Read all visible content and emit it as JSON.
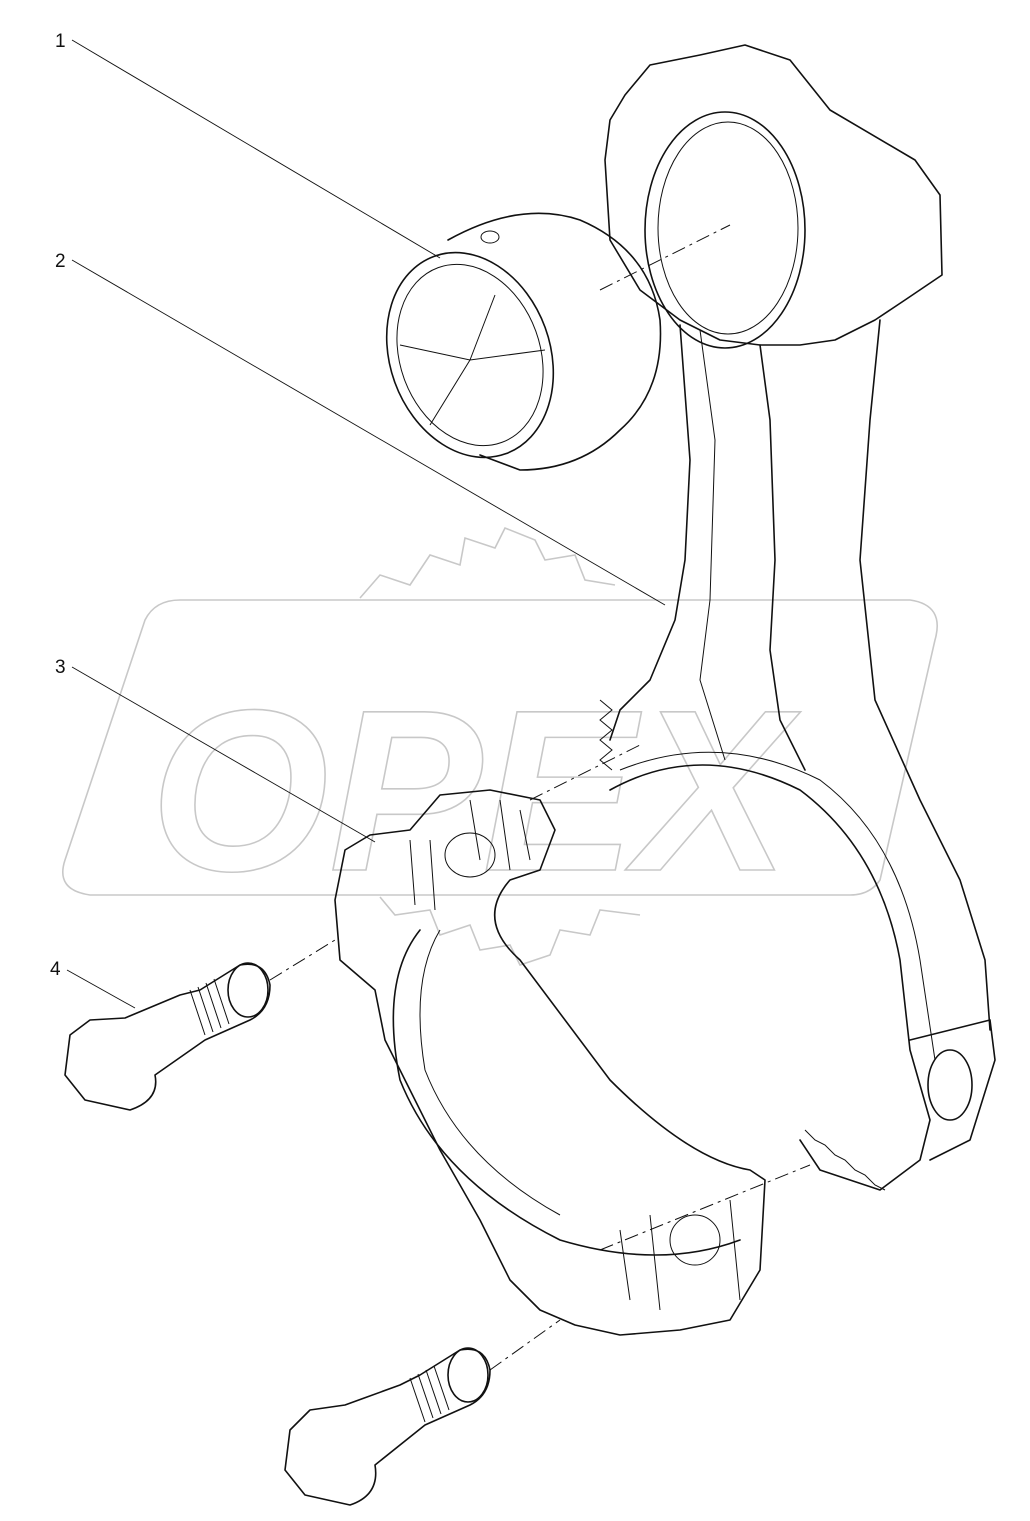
{
  "diagram": {
    "callouts": [
      {
        "label": "1"
      },
      {
        "label": "2"
      },
      {
        "label": "3"
      },
      {
        "label": "4"
      }
    ],
    "watermark": {
      "logo_text": "OPEX",
      "color": "#c8c8c8"
    },
    "line_color": "#111111"
  }
}
